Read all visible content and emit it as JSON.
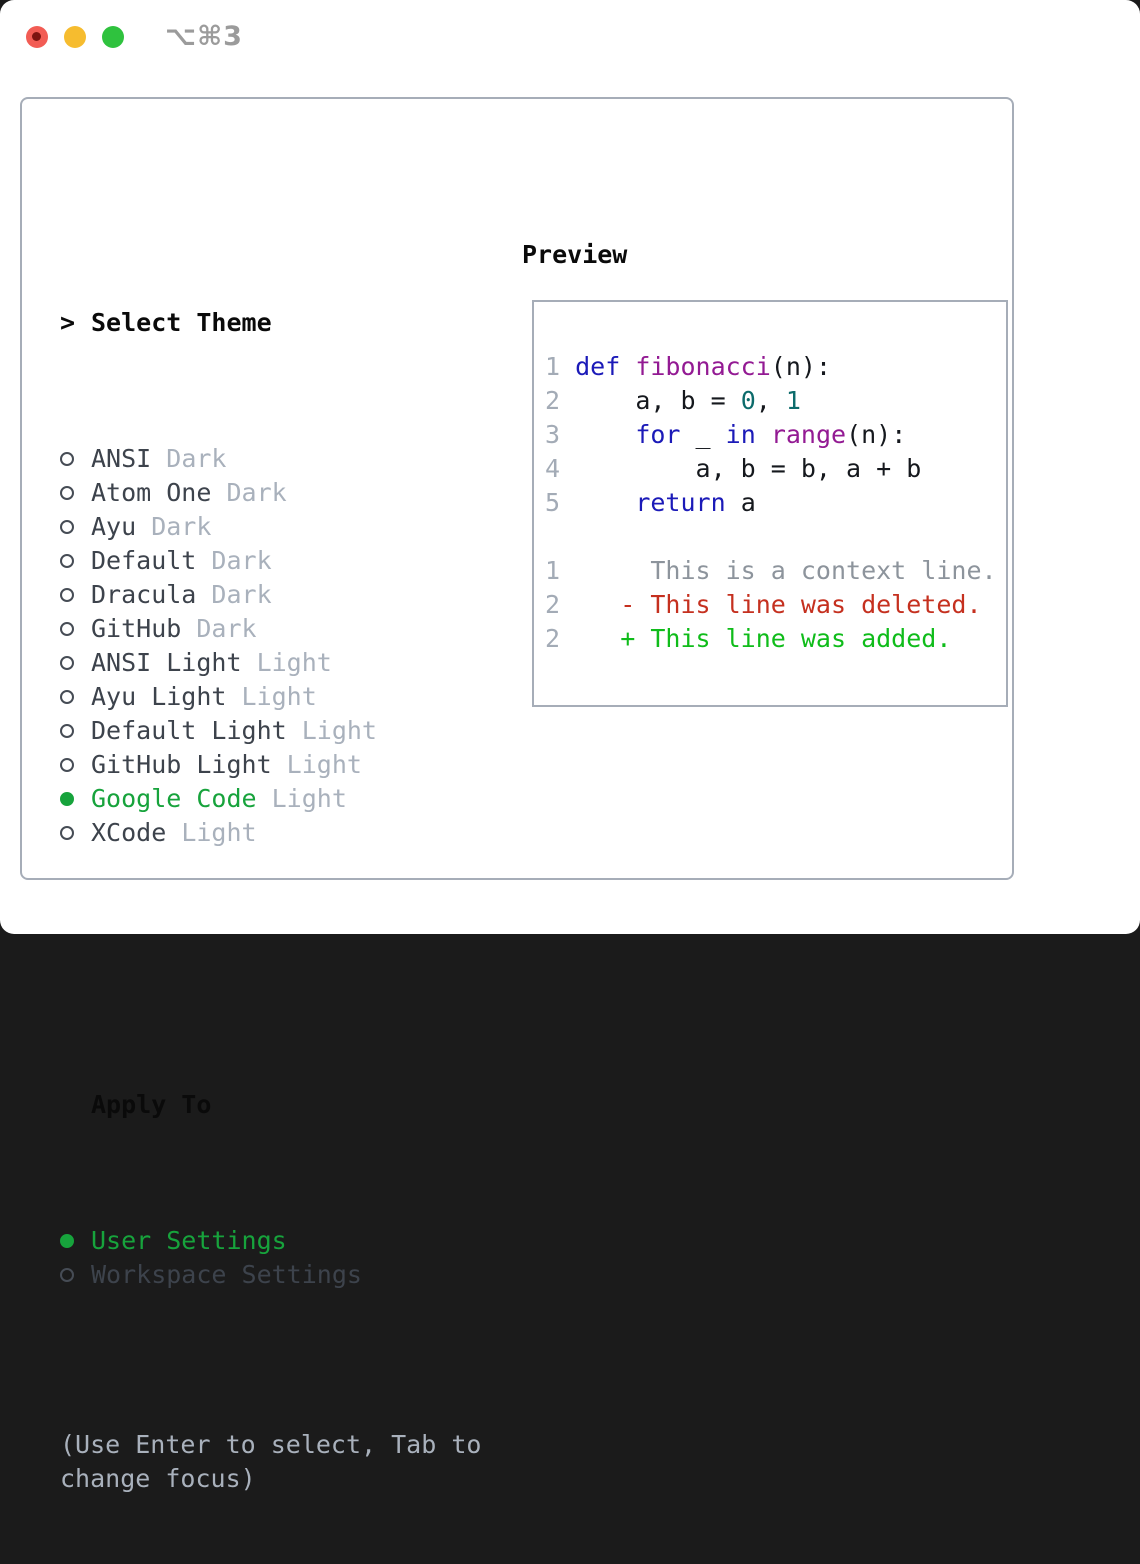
{
  "window": {
    "title": "⌥⌘3",
    "traffic_lights": [
      "close",
      "minimize",
      "zoom"
    ]
  },
  "theme_panel": {
    "header_prefix": ">",
    "header": "Select Theme",
    "themes": [
      {
        "name": "ANSI",
        "variant": "Dark",
        "selected": false
      },
      {
        "name": "Atom One",
        "variant": "Dark",
        "selected": false
      },
      {
        "name": "Ayu",
        "variant": "Dark",
        "selected": false
      },
      {
        "name": "Default",
        "variant": "Dark",
        "selected": false
      },
      {
        "name": "Dracula",
        "variant": "Dark",
        "selected": false
      },
      {
        "name": "GitHub",
        "variant": "Dark",
        "selected": false
      },
      {
        "name": "ANSI Light",
        "variant": "Light",
        "selected": false
      },
      {
        "name": "Ayu Light",
        "variant": "Light",
        "selected": false
      },
      {
        "name": "Default Light",
        "variant": "Light",
        "selected": false
      },
      {
        "name": "GitHub Light",
        "variant": "Light",
        "selected": false
      },
      {
        "name": "Google Code",
        "variant": "Light",
        "selected": true
      },
      {
        "name": "XCode",
        "variant": "Light",
        "selected": false
      }
    ],
    "apply_to": {
      "header": "Apply To",
      "options": [
        {
          "label": "User Settings",
          "selected": true
        },
        {
          "label": "Workspace Settings",
          "selected": false
        }
      ]
    },
    "hint": "(Use Enter to select, Tab to change focus)"
  },
  "preview": {
    "header": "Preview",
    "code_lines": [
      {
        "n": "1",
        "segs": [
          [
            "def ",
            "kwd"
          ],
          [
            "fibonacci",
            "typ"
          ],
          [
            "(n):",
            "pln"
          ]
        ]
      },
      {
        "n": "2",
        "segs": [
          [
            "    a, b = ",
            "pln"
          ],
          [
            "0",
            "lit"
          ],
          [
            ", ",
            "pln"
          ],
          [
            "1",
            "lit"
          ]
        ]
      },
      {
        "n": "3",
        "segs": [
          [
            "    ",
            "pln"
          ],
          [
            "for",
            "kwd"
          ],
          [
            " _ ",
            "pln"
          ],
          [
            "in",
            "kwd"
          ],
          [
            " ",
            "pln"
          ],
          [
            "range",
            "typ"
          ],
          [
            "(n):",
            "pln"
          ]
        ]
      },
      {
        "n": "4",
        "segs": [
          [
            "        a, b = b, a + b",
            "pln"
          ]
        ]
      },
      {
        "n": "5",
        "segs": [
          [
            "    ",
            "pln"
          ],
          [
            "return",
            "kwd"
          ],
          [
            " a",
            "pln"
          ]
        ]
      }
    ],
    "diff_lines": [
      {
        "n": "1",
        "segs": [
          [
            "     This is a context line.",
            "ctx"
          ]
        ]
      },
      {
        "n": "2",
        "segs": [
          [
            "   - This line was deleted.",
            "del"
          ]
        ]
      },
      {
        "n": "2",
        "segs": [
          [
            "   + This line was added.",
            "add"
          ]
        ]
      }
    ]
  },
  "colors": {
    "selected_green": "#17a33c",
    "added_green": "#0fbc1a",
    "deleted_red": "#c5301f",
    "keyword_blue": "#1b1ab8",
    "function_purple": "#931a93",
    "literal_teal": "#0c6b6b",
    "code_black": "#15181d",
    "line_number_gray": "#a3abb6",
    "context_gray": "#8d949c",
    "muted_gray": "#a9b1bc",
    "item_text": "#3d434c",
    "border_gray": "#a6adb8",
    "titlebar_text": "#9b9b9b",
    "traffic_red": "#f25c54",
    "traffic_yellow": "#f6bc2f",
    "traffic_green": "#2fc23e"
  }
}
